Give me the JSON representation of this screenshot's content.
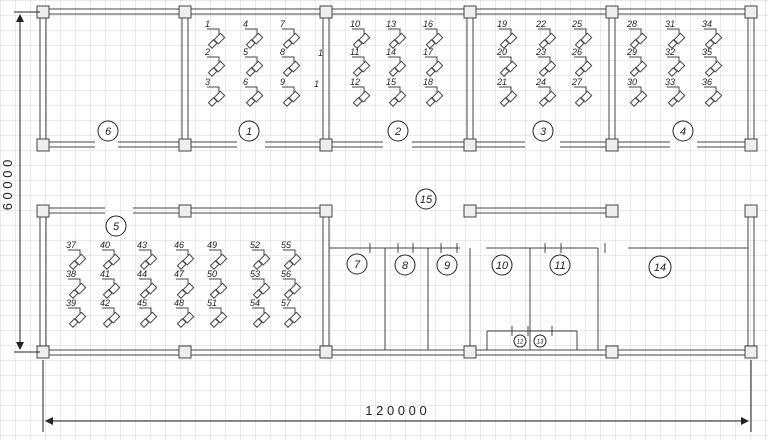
{
  "dimensions": {
    "horizontal": "1 2 0 0 0 0",
    "vertical": "6 0 0 0 0"
  },
  "rooms": [
    {
      "label": "1"
    },
    {
      "label": "2"
    },
    {
      "label": "3"
    },
    {
      "label": "4"
    },
    {
      "label": "5"
    },
    {
      "label": "6"
    },
    {
      "label": "7"
    },
    {
      "label": "8"
    },
    {
      "label": "9"
    },
    {
      "label": "10"
    },
    {
      "label": "11"
    },
    {
      "label": "12"
    },
    {
      "label": "13"
    },
    {
      "label": "14"
    },
    {
      "label": "15"
    }
  ],
  "workstations": [
    "1",
    "2",
    "3",
    "4",
    "5",
    "6",
    "7",
    "8",
    "9",
    "10",
    "11",
    "12",
    "13",
    "14",
    "15",
    "16",
    "17",
    "18",
    "19",
    "20",
    "21",
    "22",
    "23",
    "24",
    "25",
    "26",
    "27",
    "28",
    "29",
    "30",
    "31",
    "32",
    "33",
    "34",
    "35",
    "36",
    "37",
    "38",
    "39",
    "40",
    "41",
    "42",
    "43",
    "44",
    "45",
    "46",
    "47",
    "48",
    "49",
    "50",
    "51",
    "52",
    "53",
    "54",
    "55",
    "56",
    "57"
  ],
  "stray_labels": [
    "1",
    "1"
  ],
  "colors": {
    "grid": "#d6d6d6",
    "wall": "#444444",
    "column_fill": "#eeeeee",
    "ink": "#222222"
  }
}
